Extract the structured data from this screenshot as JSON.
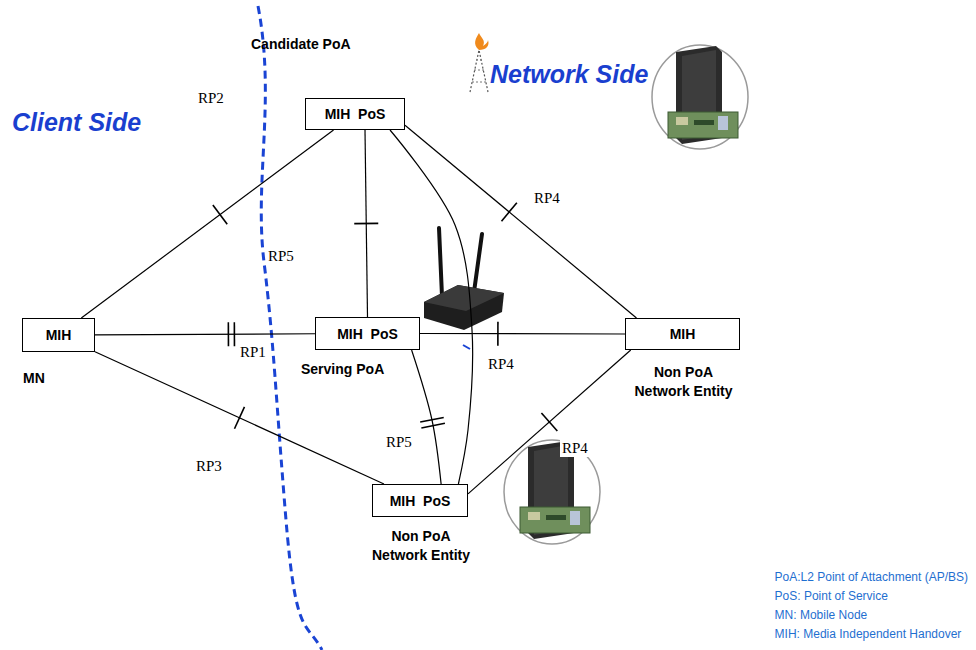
{
  "diagram": {
    "nodes": [
      {
        "text": [
          "MIH",
          "MN"
        ]
      },
      {
        "text": [
          "Candidate PoA",
          "MIH  PoS"
        ]
      },
      {
        "text": [
          "MIH  PoS",
          "Serving PoA"
        ]
      },
      {
        "text": [
          "MIH",
          "Non PoA Network Entity"
        ]
      },
      {
        "text": [
          "MIH  PoS",
          "Non PoA Network Entity"
        ]
      }
    ],
    "edges": [
      {
        "from": 0,
        "to": 1,
        "label": "RP2",
        "arrow": "none"
      },
      {
        "from": 0,
        "to": 2,
        "label": "RP1",
        "arrow": "none"
      },
      {
        "from": 0,
        "to": 4,
        "label": "RP3",
        "arrow": "none"
      },
      {
        "from": 1,
        "to": 2,
        "label": "RP5",
        "arrow": "none"
      },
      {
        "from": 1,
        "to": 3,
        "label": "RP4",
        "arrow": "none"
      },
      {
        "from": 1,
        "to": 4,
        "arrow": "none"
      },
      {
        "from": 2,
        "to": 3,
        "label": "RP4",
        "arrow": "none"
      },
      {
        "from": 2,
        "to": 4,
        "label": "RP5",
        "arrow": "none"
      },
      {
        "from": 4,
        "to": 3,
        "label": "RP4",
        "arrow": "none"
      }
    ],
    "labels": [
      "Client Side",
      "Network Side",
      "PoA:L2 Point of Attachment (AP/BS)",
      "PoS: Point of Service",
      "MN:  Mobile Node",
      "MIH:  Media Independent Handover"
    ]
  }
}
